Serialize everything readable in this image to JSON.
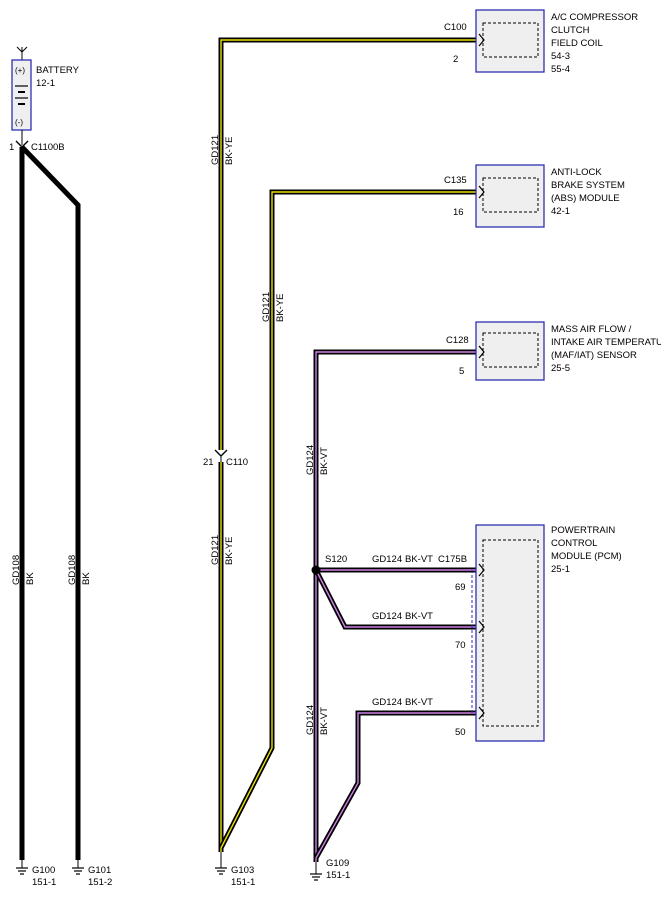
{
  "battery": {
    "plus": "(+)",
    "minus": "(-)",
    "name": "BATTERY",
    "ref": "12-1",
    "pin": "1",
    "connector": "C1100B"
  },
  "wires": {
    "gd108_a": {
      "circuit": "GD108",
      "color": "BK"
    },
    "gd108_b": {
      "circuit": "GD108",
      "color": "BK"
    },
    "gd121_a": {
      "circuit": "GD121",
      "color": "BK-YE"
    },
    "gd121_b": {
      "circuit": "GD121",
      "color": "BK-YE"
    },
    "gd121_c": {
      "circuit": "GD121",
      "color": "BK-YE"
    },
    "gd124_a": {
      "circuit": "GD124",
      "color": "BK-VT"
    },
    "gd124_b": {
      "circuit": "GD124",
      "color": "BK-VT"
    },
    "gd124_h1": {
      "circuit": "GD124",
      "color": "BK-VT"
    },
    "gd124_h2": {
      "circuit": "GD124",
      "color": "BK-VT"
    },
    "gd124_h3": {
      "circuit": "GD124",
      "color": "BK-VT"
    }
  },
  "inline_connector": {
    "pin": "21",
    "name": "C110"
  },
  "splice": {
    "name": "S120"
  },
  "components": {
    "ac": {
      "connector": "C100",
      "pin": "2",
      "lines": [
        "A/C COMPRESSOR",
        "CLUTCH",
        "FIELD COIL",
        "54-3",
        "55-4"
      ]
    },
    "abs": {
      "connector": "C135",
      "pin": "16",
      "lines": [
        "ANTI-LOCK",
        "BRAKE SYSTEM",
        "(ABS) MODULE",
        "42-1"
      ]
    },
    "maf": {
      "connector": "C128",
      "pin": "5",
      "lines": [
        "MASS AIR FLOW /",
        "INTAKE AIR TEMPERATURE",
        "(MAF/IAT) SENSOR",
        "25-5"
      ]
    },
    "pcm": {
      "connector": "C175B",
      "pins": [
        "69",
        "70",
        "50"
      ],
      "lines": [
        "POWERTRAIN",
        "CONTROL",
        "MODULE (PCM)",
        "25-1"
      ]
    }
  },
  "grounds": [
    {
      "name": "G100",
      "ref": "151-1"
    },
    {
      "name": "G101",
      "ref": "151-2"
    },
    {
      "name": "G103",
      "ref": "151-1"
    },
    {
      "name": "G109",
      "ref": "151-1"
    }
  ]
}
